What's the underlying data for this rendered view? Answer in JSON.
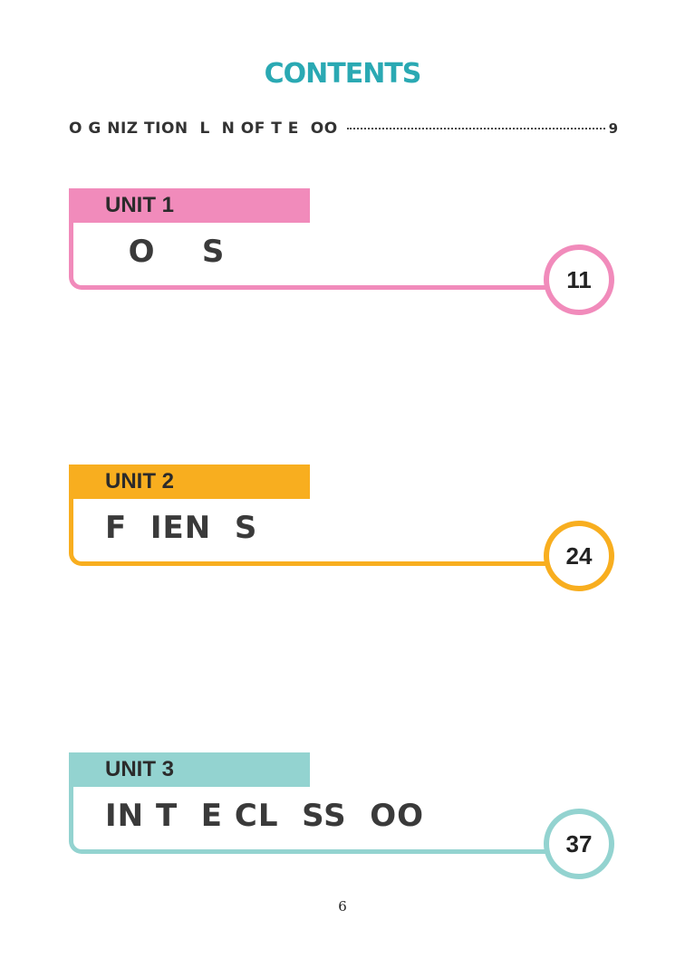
{
  "title": "CONTENTS",
  "toc_entry": {
    "text": "O G NIZ TION  L  N OF T E  OO",
    "page": "9"
  },
  "units": [
    {
      "label": "UNIT 1",
      "name": "  O    S",
      "page": "11",
      "color": "#f18bbb"
    },
    {
      "label": "UNIT 2",
      "name": "F  IEN  S",
      "page": "24",
      "color": "#f8ae1f"
    },
    {
      "label": "UNIT 3",
      "name": "IN T  E CL  SS  OO",
      "page": "37",
      "color": "#93d3d0"
    }
  ],
  "page_number": "6"
}
